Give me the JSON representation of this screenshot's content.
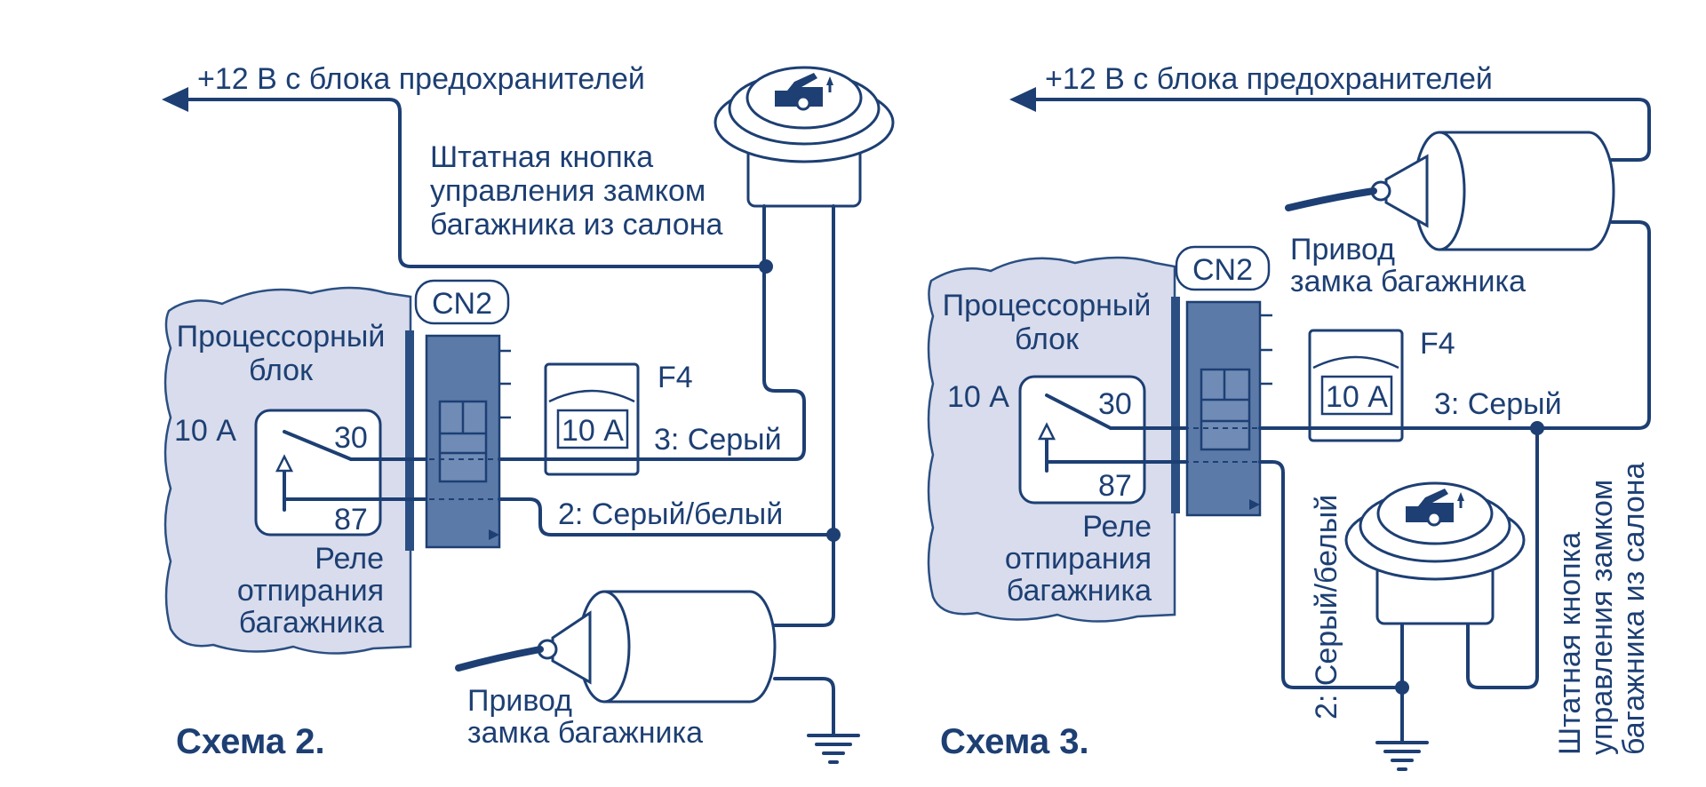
{
  "colors": {
    "ink": "#1d3f73",
    "block_fill": "#d8dcec",
    "connector_fill": "#5b7aa8",
    "background": "#ffffff"
  },
  "schema2": {
    "title": "Схема 2.",
    "supply_label": "+12 В с блока предохранителей",
    "button_label": [
      "Штатная кнопка",
      "управления замком",
      "багажника из салона"
    ],
    "connector_label": "CN2",
    "unit_label": [
      "Процессорный",
      "блок"
    ],
    "relay_current": "10 А",
    "pin_30": "30",
    "pin_87": "87",
    "relay_label": [
      "Реле",
      "отпирания",
      "багажника"
    ],
    "fuse_name": "F4",
    "fuse_rating": "10 А",
    "wire_3": "3: Серый",
    "wire_2": "2: Серый/белый",
    "actuator_label": [
      "Привод",
      "замка багажника"
    ],
    "icons": [
      "trunk-button-icon",
      "ground-icon",
      "arrow-left-icon"
    ]
  },
  "schema3": {
    "title": "Схема 3.",
    "supply_label": "+12 В с блока предохранителей",
    "actuator_label": [
      "Привод",
      "замка багажника"
    ],
    "connector_label": "CN2",
    "unit_label": [
      "Процессорный",
      "блок"
    ],
    "relay_current": "10 А",
    "pin_30": "30",
    "pin_87": "87",
    "relay_label": [
      "Реле",
      "отпирания",
      "багажника"
    ],
    "fuse_name": "F4",
    "fuse_rating": "10 А",
    "wire_3": "3: Серый",
    "wire_2": "2: Серый/белый",
    "button_label": [
      "Штатная кнопка",
      "управления замком",
      "багажника из салона"
    ],
    "icons": [
      "trunk-button-icon",
      "ground-icon",
      "arrow-left-icon"
    ]
  }
}
